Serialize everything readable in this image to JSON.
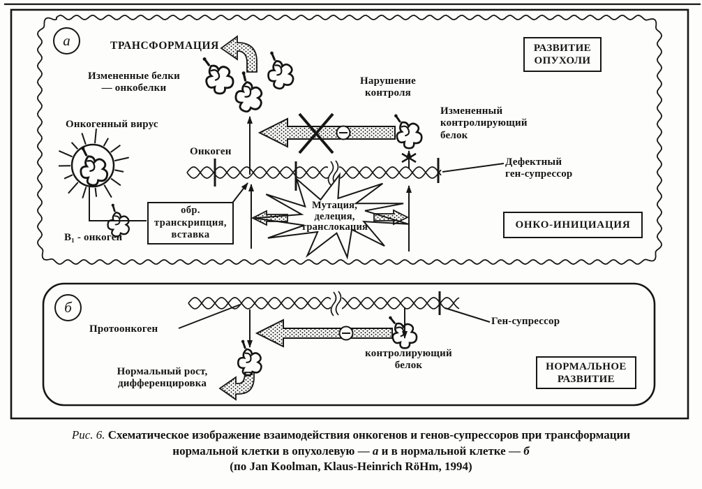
{
  "palette": {
    "ink": "#161616",
    "paper": "#fdfdfb"
  },
  "figure": {
    "section_a": {
      "marker": "а",
      "transformation": "ТРАНСФОРМАЦИЯ",
      "changed_proteins": "Измененные белки\n— онкобелки",
      "oncogenic_virus": "Онкогенный вирус",
      "oncogene": "Онкоген",
      "control_violation": "Нарушение\nконтроля",
      "changed_control_protein": "Измененный\nконтролирующий\nбелок",
      "tumor_development_box": "РАЗВИТИЕ\nОПУХОЛИ",
      "defective_suppressor": "Дефектный\nген-супрессор",
      "reverse_transcription_box": "обр.\nтранскрипция,\nвставка",
      "b1_oncogene": "В₁ - онкоген",
      "mutation_burst": "Мутация,\nделеция,\nтранслокация",
      "onco_initiation_box": "ОНКО-ИНИЦИАЦИЯ"
    },
    "section_b": {
      "marker": "б",
      "protooncogene": "Протоонкоген",
      "gene_suppressor": "Ген-супрессор",
      "controlling_protein": "контролирующий\nбелок",
      "normal_growth": "Нормальный рост,\nдифференцировка",
      "normal_development_box": "НОРМАЛЬНОЕ\nРАЗВИТИЕ"
    }
  },
  "caption": {
    "figure_label": "Рис. 6.",
    "line1": "Схематическое изображение взаимодействия онкогенов и генов-супрессоров при трансформации",
    "line2_pre": "нормальной клетки в опухолевую — ",
    "line2_a": "а",
    "line2_mid": " и в нормальной клетке — ",
    "line2_b": "б",
    "line3": "(по Jan Koolman, Klaus-Heinrich RöHm, 1994)"
  }
}
